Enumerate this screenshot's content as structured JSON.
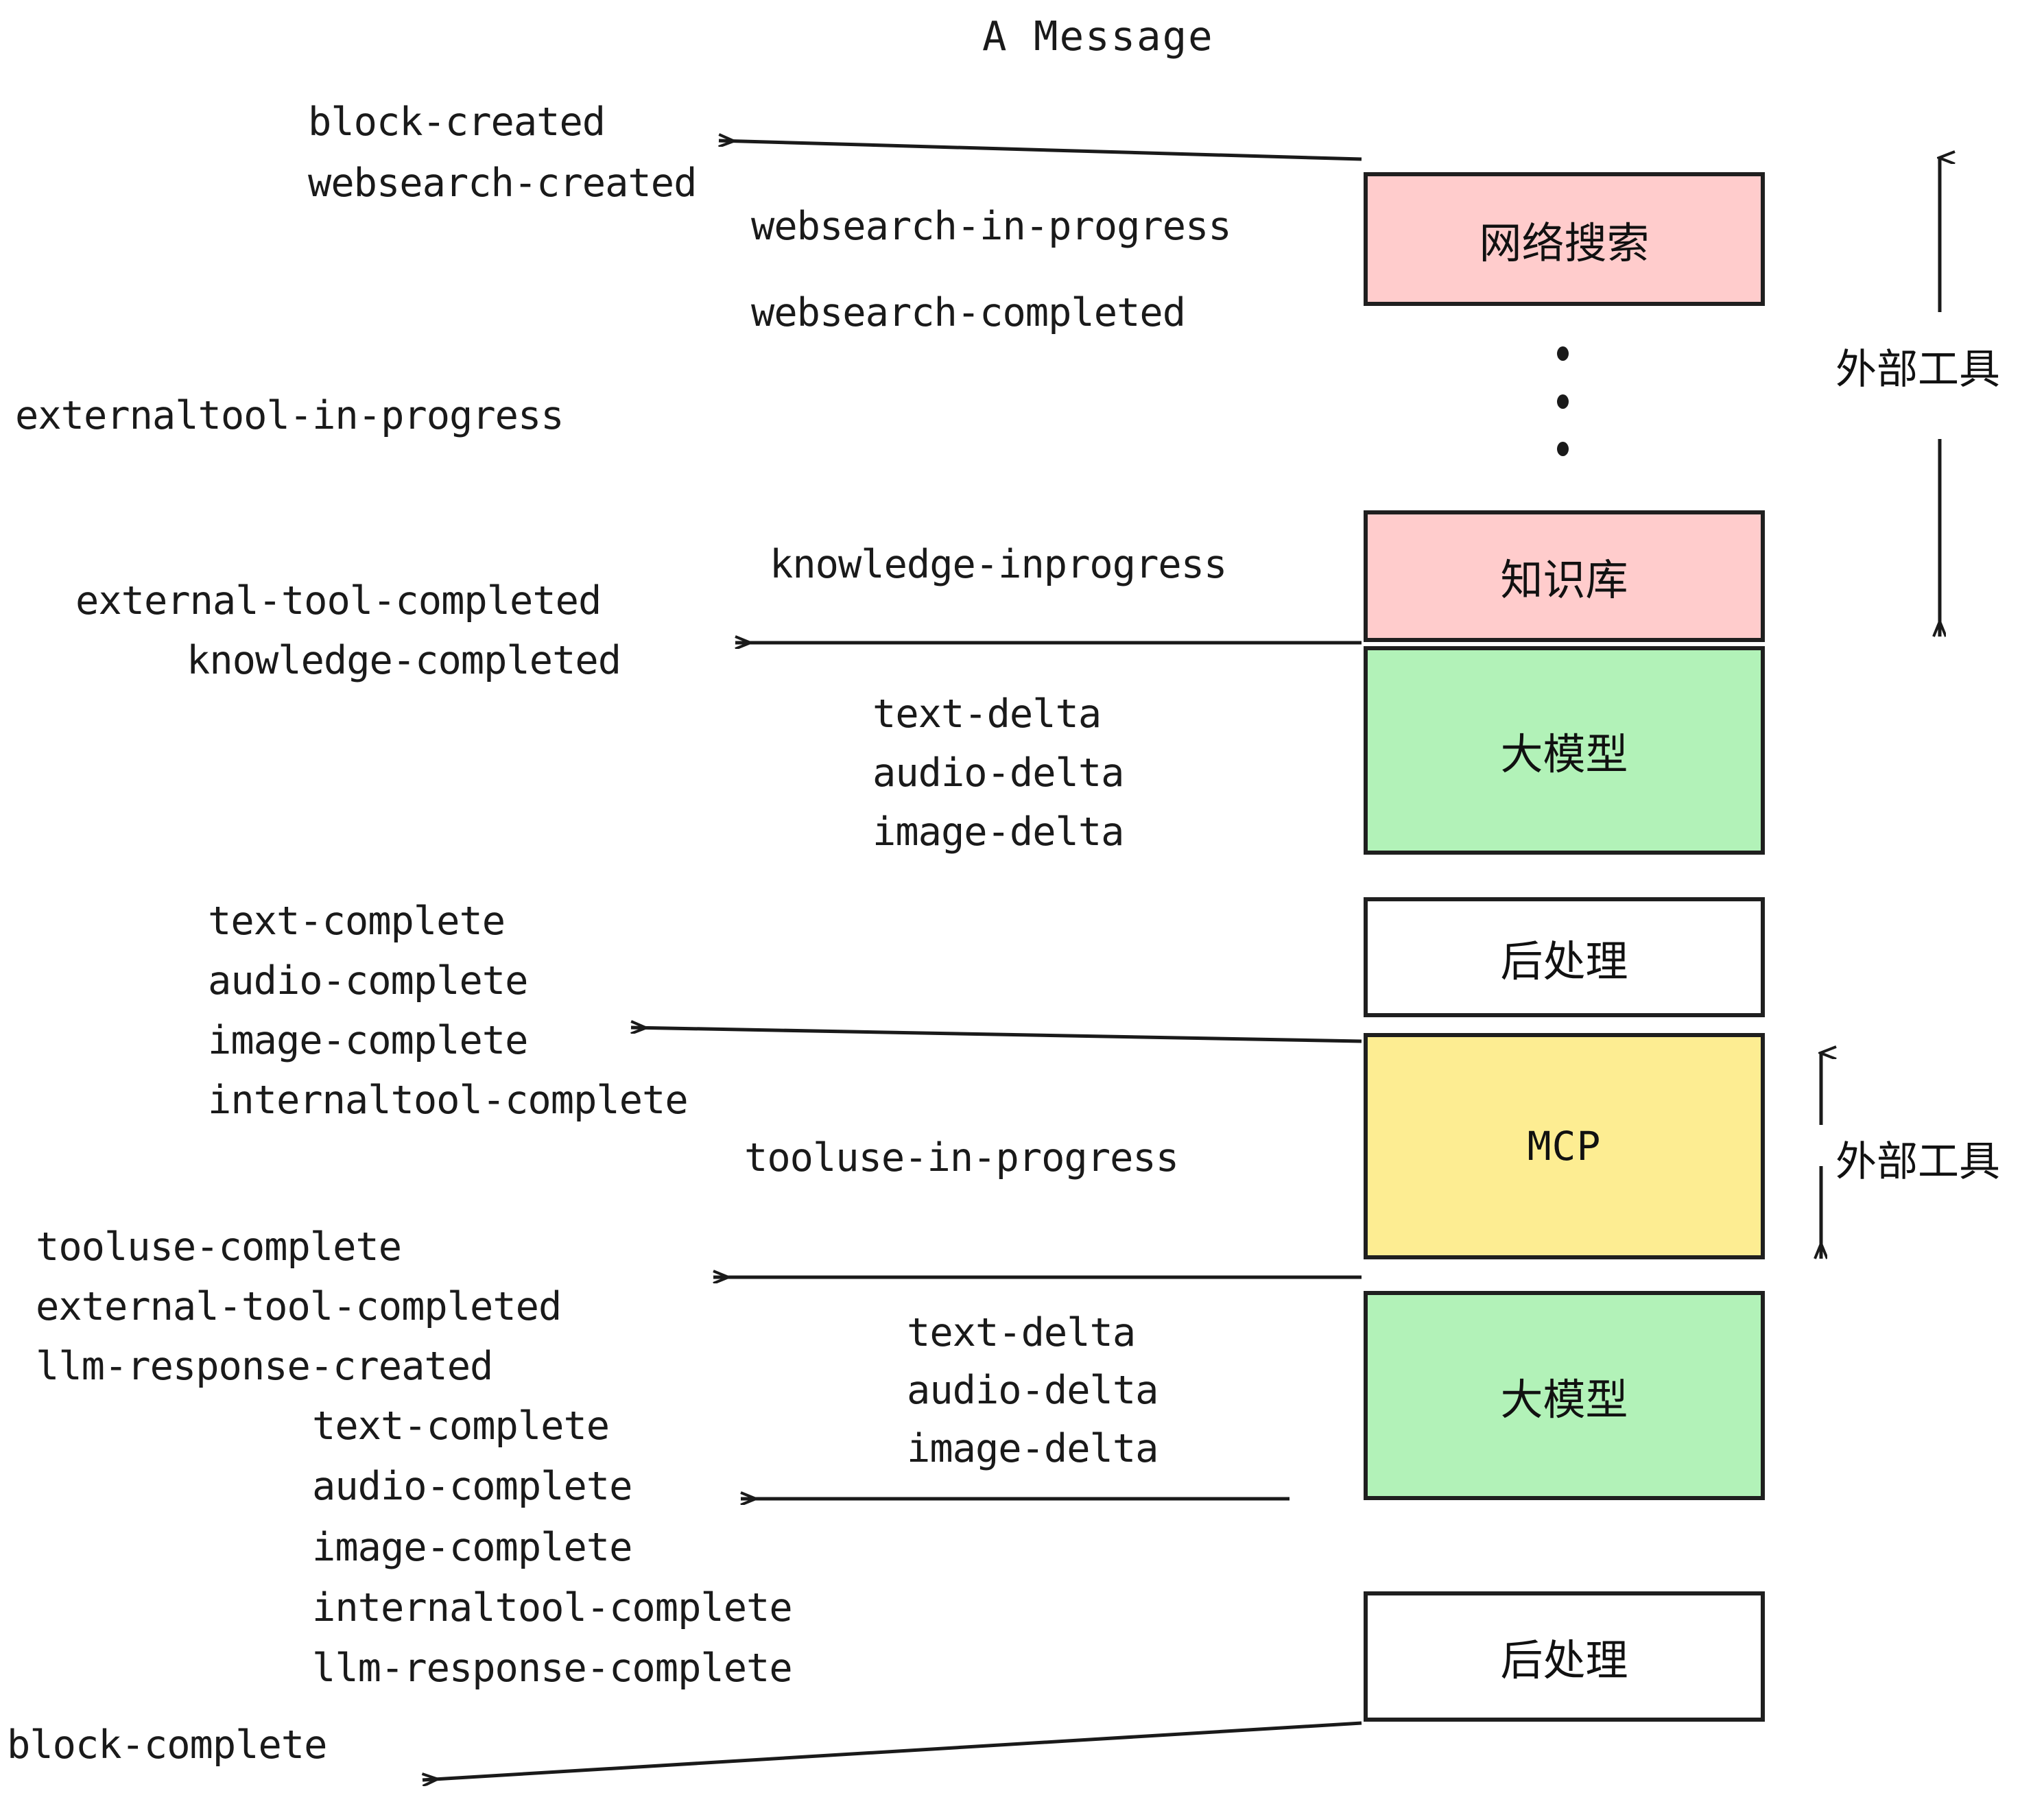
{
  "title": "A Message",
  "colors": {
    "pink": "#FFCCCC",
    "green": "#B2F2B8",
    "yellow": "#FDED92",
    "white": "#FFFFFF",
    "stroke": "#1F1F1F",
    "text": "#1A1A1A"
  },
  "boxes": [
    {
      "id": "websearch",
      "label": "网络搜索",
      "fill": "#FFCCCC"
    },
    {
      "id": "knowledge",
      "label": "知识库",
      "fill": "#FFCCCC"
    },
    {
      "id": "llm-1",
      "label": "大模型",
      "fill": "#B2F2B8"
    },
    {
      "id": "postprocess-1",
      "label": "后处理",
      "fill": "#FFFFFF"
    },
    {
      "id": "mcp",
      "label": "MCP",
      "fill": "#FDED92"
    },
    {
      "id": "llm-2",
      "label": "大模型",
      "fill": "#B2F2B8"
    },
    {
      "id": "postprocess-2",
      "label": "后处理",
      "fill": "#FFFFFF"
    }
  ],
  "side_labels": [
    {
      "id": "external-tools-top",
      "text": "外部工具"
    },
    {
      "id": "external-tools-bottom",
      "text": "外部工具"
    }
  ],
  "events": [
    {
      "id": "block-created",
      "text": "block-created"
    },
    {
      "id": "websearch-created",
      "text": "websearch-created"
    },
    {
      "id": "websearch-in-progress",
      "text": "websearch-in-progress"
    },
    {
      "id": "websearch-completed",
      "text": "websearch-completed"
    },
    {
      "id": "externaltool-in-progress",
      "text": "externaltool-in-progress"
    },
    {
      "id": "knowledge-inprogress",
      "text": "knowledge-inprogress"
    },
    {
      "id": "external-tool-completed-1",
      "text": "external-tool-completed"
    },
    {
      "id": "knowledge-completed",
      "text": "knowledge-completed"
    },
    {
      "id": "text-delta-1",
      "text": "text-delta"
    },
    {
      "id": "audio-delta-1",
      "text": "audio-delta"
    },
    {
      "id": "image-delta-1",
      "text": "image-delta"
    },
    {
      "id": "text-complete-1",
      "text": "text-complete"
    },
    {
      "id": "audio-complete-1",
      "text": "audio-complete"
    },
    {
      "id": "image-complete-1",
      "text": "image-complete"
    },
    {
      "id": "internaltool-complete-1",
      "text": "internaltool-complete"
    },
    {
      "id": "tooluse-in-progress",
      "text": "tooluse-in-progress"
    },
    {
      "id": "tooluse-complete",
      "text": "tooluse-complete"
    },
    {
      "id": "external-tool-completed-2",
      "text": "external-tool-completed"
    },
    {
      "id": "llm-response-created",
      "text": "llm-response-created"
    },
    {
      "id": "text-delta-2",
      "text": "text-delta"
    },
    {
      "id": "audio-delta-2",
      "text": "audio-delta"
    },
    {
      "id": "image-delta-2",
      "text": "image-delta"
    },
    {
      "id": "text-complete-2",
      "text": "text-complete"
    },
    {
      "id": "audio-complete-2",
      "text": "audio-complete"
    },
    {
      "id": "image-complete-2",
      "text": "image-complete"
    },
    {
      "id": "internaltool-complete-2",
      "text": "internaltool-complete"
    },
    {
      "id": "llm-response-complete",
      "text": "llm-response-complete"
    },
    {
      "id": "block-complete",
      "text": "block-complete"
    }
  ],
  "ellipsis": {
    "id": "vertical-ellipsis",
    "dots": 3
  }
}
